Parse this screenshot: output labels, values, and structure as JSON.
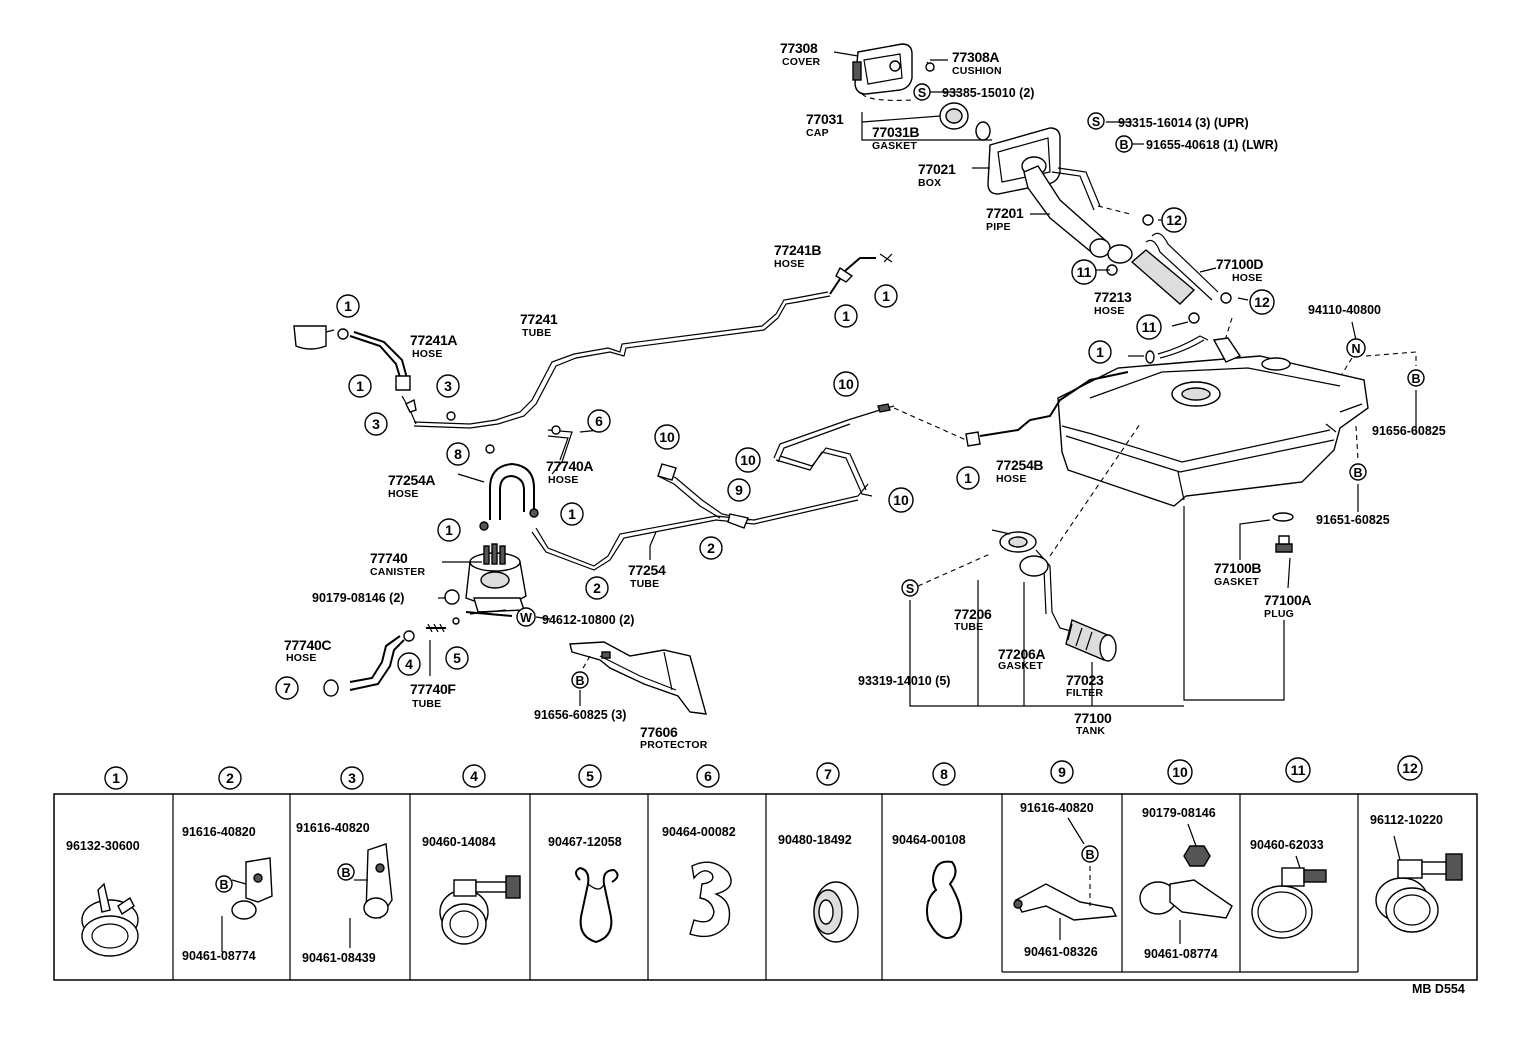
{
  "parts": [
    {
      "number": "77308",
      "name": "COVER"
    },
    {
      "number": "77308A",
      "name": "CUSHION"
    },
    {
      "number": "93385-15010 (2)"
    },
    {
      "number": "77031",
      "name": "CAP"
    },
    {
      "number": "77031B",
      "name": "GASKET"
    },
    {
      "number": "93315-16014 (3) (UPR)"
    },
    {
      "number": "91655-40618 (1) (LWR)"
    },
    {
      "number": "77021",
      "name": "BOX"
    },
    {
      "number": "77201",
      "name": "PIPE"
    },
    {
      "number": "77100D",
      "name": "HOSE"
    },
    {
      "number": "77213",
      "name": "HOSE"
    },
    {
      "number": "77241B",
      "name": "HOSE"
    },
    {
      "number": "77241",
      "name": "TUBE"
    },
    {
      "number": "77241A",
      "name": "HOSE"
    },
    {
      "number": "94110-40800"
    },
    {
      "number": "91656-60825"
    },
    {
      "number": "91651-60825"
    },
    {
      "number": "77740A",
      "name": "HOSE"
    },
    {
      "number": "77254A",
      "name": "HOSE"
    },
    {
      "number": "77254B",
      "name": "HOSE"
    },
    {
      "number": "77740",
      "name": "CANISTER"
    },
    {
      "number": "90179-08146 (2)"
    },
    {
      "number": "94612-10800 (2)"
    },
    {
      "number": "77254",
      "name": "TUBE"
    },
    {
      "number": "77740C",
      "name": "HOSE"
    },
    {
      "number": "77740F",
      "name": "TUBE"
    },
    {
      "number": "91656-60825 (3)"
    },
    {
      "number": "77606",
      "name": "PROTECTOR"
    },
    {
      "number": "77206",
      "name": "TUBE"
    },
    {
      "number": "77206A",
      "name": "GASKET"
    },
    {
      "number": "77023",
      "name": "FILTER"
    },
    {
      "number": "93319-14010 (5)"
    },
    {
      "number": "77100",
      "name": "TANK"
    },
    {
      "number": "77100B",
      "name": "GASKET"
    },
    {
      "number": "77100A",
      "name": "PLUG"
    }
  ],
  "symbols": {
    "s": "S",
    "b": "B",
    "n": "N",
    "w": "W"
  },
  "callouts": [
    "1",
    "2",
    "3",
    "4",
    "5",
    "6",
    "7",
    "8",
    "9",
    "10",
    "11",
    "12"
  ],
  "legend": [
    {
      "key": "1",
      "parts": [
        "96132-30600"
      ]
    },
    {
      "key": "2",
      "parts": [
        "91616-40820",
        "90461-08774"
      ]
    },
    {
      "key": "3",
      "parts": [
        "91616-40820",
        "90461-08439"
      ]
    },
    {
      "key": "4",
      "parts": [
        "90460-14084"
      ]
    },
    {
      "key": "5",
      "parts": [
        "90467-12058"
      ]
    },
    {
      "key": "6",
      "parts": [
        "90464-00082"
      ]
    },
    {
      "key": "7",
      "parts": [
        "90480-18492"
      ]
    },
    {
      "key": "8",
      "parts": [
        "90464-00108"
      ]
    },
    {
      "key": "9",
      "parts": [
        "91616-40820",
        "90461-08326"
      ]
    },
    {
      "key": "10",
      "parts": [
        "90179-08146",
        "90461-08774"
      ]
    },
    {
      "key": "11",
      "parts": [
        "90460-62033"
      ]
    },
    {
      "key": "12",
      "parts": [
        "96112-10220"
      ]
    }
  ],
  "drawing_code": "MB D554"
}
